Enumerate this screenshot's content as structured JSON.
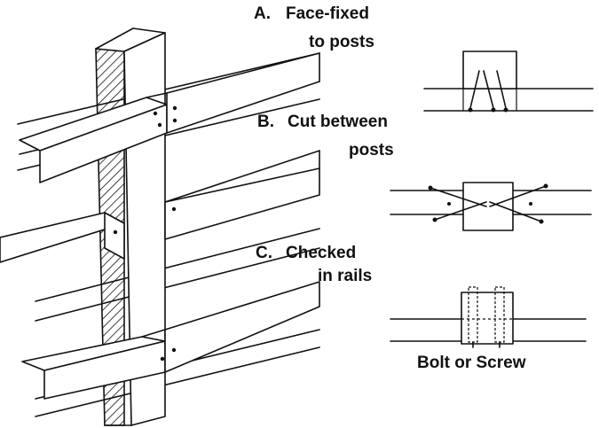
{
  "labels": {
    "a_letter": "A.",
    "a_line1": "Face-fixed",
    "a_line2": "to posts",
    "b_letter": "B.",
    "b_line1": "Cut between",
    "b_line2": "posts",
    "c_letter": "C.",
    "c_line1": "Checked",
    "c_line2": "in rails",
    "fastener": "Bolt or Screw"
  },
  "colors": {
    "ink": "#111111",
    "paper": "#ffffff"
  }
}
